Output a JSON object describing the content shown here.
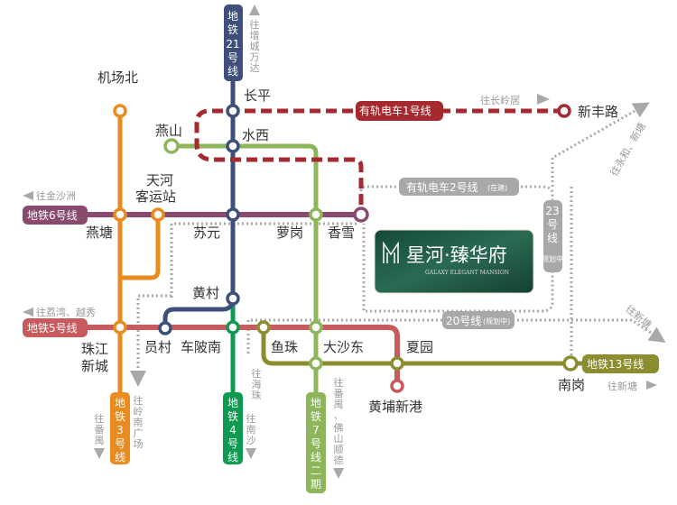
{
  "colors": {
    "l21": "#3e4f7c",
    "tram1": "#a52a30",
    "l7": "#8db65a",
    "l6": "#8a4a70",
    "l3": "#ea8b1f",
    "l5": "#c95a5e",
    "l4": "#0f9a52",
    "l13": "#8c8d2e",
    "planned": "#a8a8a8",
    "card": "#1f5a45"
  },
  "lines": {
    "l21": [
      "地",
      "铁",
      "21",
      "号",
      "线"
    ],
    "tram1": "有轨电车1号线",
    "l6": "地铁6号线",
    "l5": "地铁5号线",
    "l3": [
      "地",
      "铁",
      "3",
      "号",
      "线"
    ],
    "l4": [
      "地",
      "铁",
      "4",
      "号",
      "线"
    ],
    "l7": [
      "地",
      "铁",
      "7",
      "号",
      "线",
      "二",
      "期"
    ],
    "l13": "地铁13号线",
    "tram2": "有轨电车2号线",
    "tram2_note": "(在建)",
    "l23": [
      "23",
      "号",
      "线"
    ],
    "l23_note": "(规划中)",
    "l20": "20号线",
    "l20_note": "(规划中)"
  },
  "stations": {
    "jichangbei": "机场北",
    "changping": "长平",
    "yanshan": "燕山",
    "shuixi": "水西",
    "xinfenglu": "新丰路",
    "tianhe1": "天河",
    "tianhe2": "客运站",
    "yantang": "燕塘",
    "suyuan": "苏元",
    "luogang": "萝岗",
    "xiangxue": "香雪",
    "huangcun": "黄村",
    "zhujiang1": "珠江",
    "zhujiang2": "新城",
    "yuancun": "员村",
    "chebeinan": "车陂南",
    "yuzhu": "鱼珠",
    "dashadong": "大沙东",
    "xiayuan": "夏园",
    "huangpuxingang": "黄埔新港",
    "nangang": "南岗"
  },
  "directions": {
    "zengcheng": [
      "往",
      "增",
      "城",
      "万",
      "达"
    ],
    "changlingju": "往长岭居",
    "jinshazhou": "往金沙洲",
    "yonghe": "往永和、新塘",
    "liwan": "往荔湾、越秀",
    "haizhu": [
      "往",
      "海",
      "珠"
    ],
    "panyu3": [
      "往",
      "番",
      "禺"
    ],
    "lingnan": [
      "往",
      "岭",
      "南",
      "广",
      "场"
    ],
    "nansha": [
      "往",
      "南",
      "沙"
    ],
    "panyu7": [
      "往",
      "番",
      "禺",
      "、",
      "佛",
      "山",
      "顺",
      "德"
    ],
    "xintang20": "往新塘",
    "xintang13": "往新塘"
  },
  "project": {
    "name": "星河·臻华府",
    "subtitle": "GALAXY ELEGANT MANSION"
  }
}
